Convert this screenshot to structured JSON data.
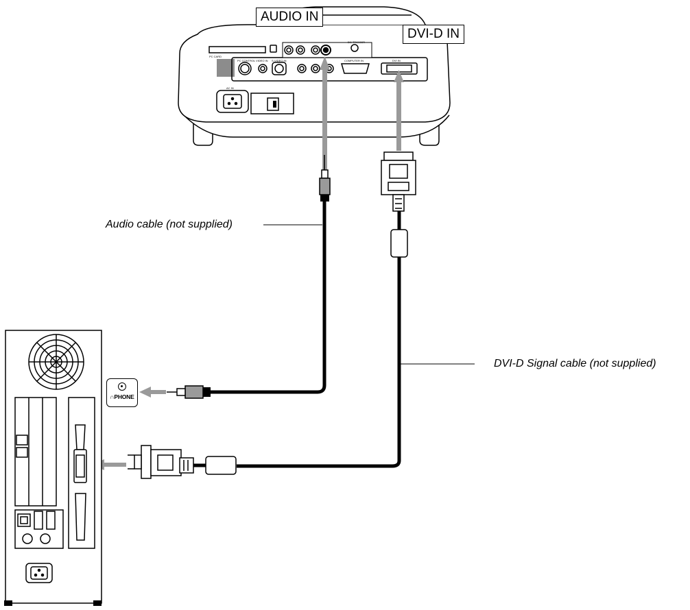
{
  "labels": {
    "audio_in": "AUDIO IN",
    "dvi_d_in": "DVI-D IN"
  },
  "captions": {
    "audio_cable": "Audio cable (not supplied)",
    "dvi_cable": "DVI-D Signal cable (not supplied)"
  },
  "computer": {
    "phone_port_label": "PHONE"
  },
  "projector_panel": {
    "pc_card": "PC CARD",
    "pc_control": "PC CONTROL",
    "video_in": "VIDEO IN",
    "s_video_in": "S-VIDEO IN",
    "computer_in": "COMPUTER IN",
    "dvi_in": "DVI IN",
    "dc_trigger": "DC TRIGGER",
    "ac_in": "AC IN"
  },
  "colors": {
    "line": "#000000",
    "cable_gray": "#9a9a9a",
    "panel_dark": "#8c8c8c"
  }
}
